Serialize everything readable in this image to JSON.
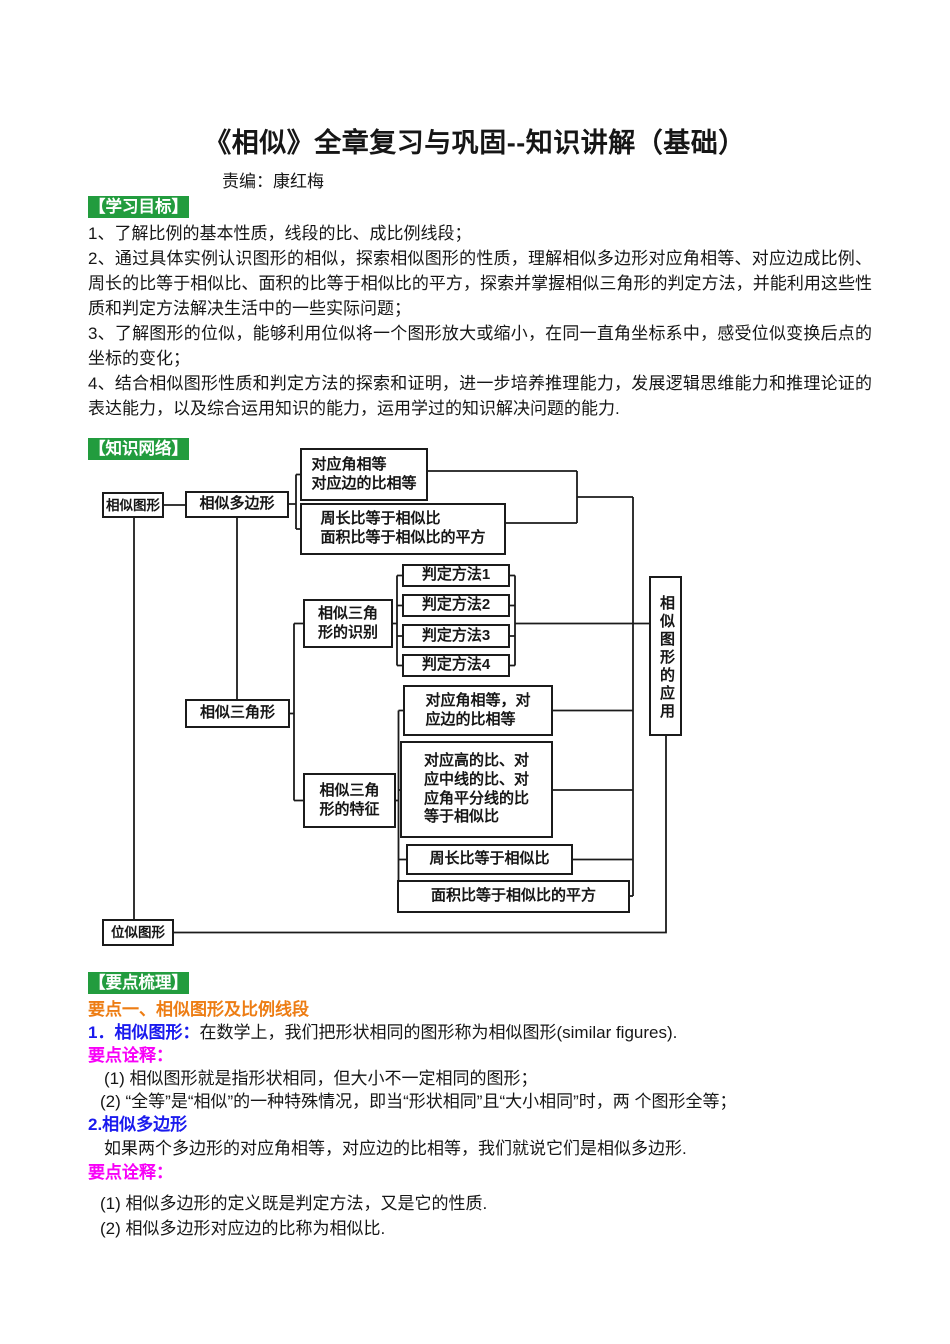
{
  "title": "《相似》全章复习与巩固--知识讲解（基础）",
  "byline": "责编：康红梅",
  "colors": {
    "section_header_bg": "#229c3e",
    "section_header_text": "#ffffff",
    "topic_orange": "#ed7d14",
    "keypoint_blue": "#1a1aee",
    "notes_magenta": "#f800f8",
    "diagram_ink": "#1b1b1b"
  },
  "sections": {
    "goals": {
      "heading": "【学习目标】",
      "items": [
        "1、了解比例的基本性质，线段的比、成比例线段；",
        "2、通过具体实例认识图形的相似，探索相似图形的性质，理解相似多边形对应角相等、对应边成比例、周长的比等于相似比、面积的比等于相似比的平方，探索并掌握相似三角形的判定方法，并能利用这些性质和判定方法解决生活中的一些实际问题；",
        "3、了解图形的位似，能够利用位似将一个图形放大或缩小，在同一直角坐标系中，感受位似变换后点的坐标的变化；",
        "4、结合相似图形性质和判定方法的探索和证明，进一步培养推理能力，发展逻辑思维能力和推理论证的表达能力，以及综合运用知识的能力，运用学过的知识解决问题的能力."
      ]
    },
    "network": {
      "heading": "【知识网络】"
    },
    "keypoints": {
      "heading": "【要点梳理】",
      "topic1": "要点一、相似图形及比例线段",
      "kp1_label": "1．相似图形：",
      "kp1_text": "在数学上，我们把形状相同的图形称为相似图形(similar figures).",
      "notes_label": "要点诠释：",
      "notes1": [
        "(1) 相似图形就是指形状相同，但大小不一定相同的图形；",
        "(2) “全等”是“相似”的一种特殊情况，即当“形状相同”且“大小相同”时，两 个图形全等；"
      ],
      "kp2_label": "2.相似多边形",
      "kp2_text": "如果两个多边形的对应角相等，对应边的比相等，我们就说它们是相似多边形.",
      "notes2": [
        "(1) 相似多边形的定义既是判定方法，又是它的性质.",
        "(2) 相似多边形对应边的比称为相似比."
      ]
    }
  },
  "diagram": {
    "boxes": {
      "similar_figures": "相似图形",
      "similar_polygons": "相似多边形",
      "poly_props": "对应角相等\n对应边的比相等",
      "poly_ratios": "周长比等于相似比\n面积比等于相似比的平方",
      "method1": "判定方法1",
      "method2": "判定方法2",
      "method3": "判定方法3",
      "method4": "判定方法4",
      "tri_identify": "相似三角\n形的识别",
      "similar_triangles": "相似三角形",
      "feat_angles": "对应角相等，对\n应边的比相等",
      "tri_features": "相似三角\n形的特征",
      "feat_segments": "对应高的比、对\n应中线的比、对\n应角平分线的比\n等于相似比",
      "feat_perimeter": "周长比等于相似比",
      "feat_area": "面积比等于相似比的平方",
      "application": "相似图形的应用",
      "homothetic": "位似图形"
    }
  }
}
